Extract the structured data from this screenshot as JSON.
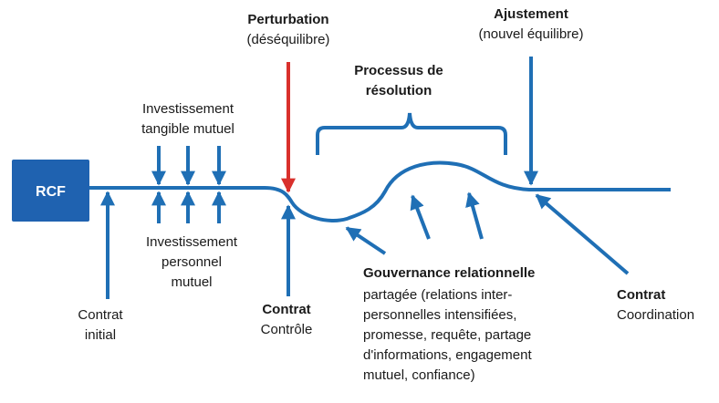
{
  "colors": {
    "flow": "#1f6fb5",
    "perturbation": "#d9302c",
    "box": "#1f62b0",
    "text": "#1a1a1a"
  },
  "rcf_box": {
    "label": "RCF"
  },
  "perturbation": {
    "title": "Perturbation",
    "subtitle": "(déséquilibre)"
  },
  "ajustement": {
    "title": "Ajustement",
    "subtitle": "(nouvel équilibre)"
  },
  "processus": {
    "line1": "Processus de",
    "line2": "résolution"
  },
  "investissement_tangible": {
    "line1": "Investissement",
    "line2": "tangible mutuel"
  },
  "investissement_personnel": {
    "line1": "Investissement",
    "line2": "personnel",
    "line3": "mutuel"
  },
  "contrat_initial": {
    "line1": "Contrat",
    "line2": "initial"
  },
  "contrat_controle": {
    "title": "Contrat",
    "subtitle": "Contrôle"
  },
  "contrat_coordination": {
    "title": "Contrat",
    "subtitle": "Coordination"
  },
  "gouvernance": {
    "title": "Gouvernance relationnelle",
    "lines": [
      "partagée (relations inter-",
      "personnelles intensifiées,",
      "promesse, requête, partage",
      "d'informations, engagement",
      "mutuel, confiance)"
    ]
  }
}
